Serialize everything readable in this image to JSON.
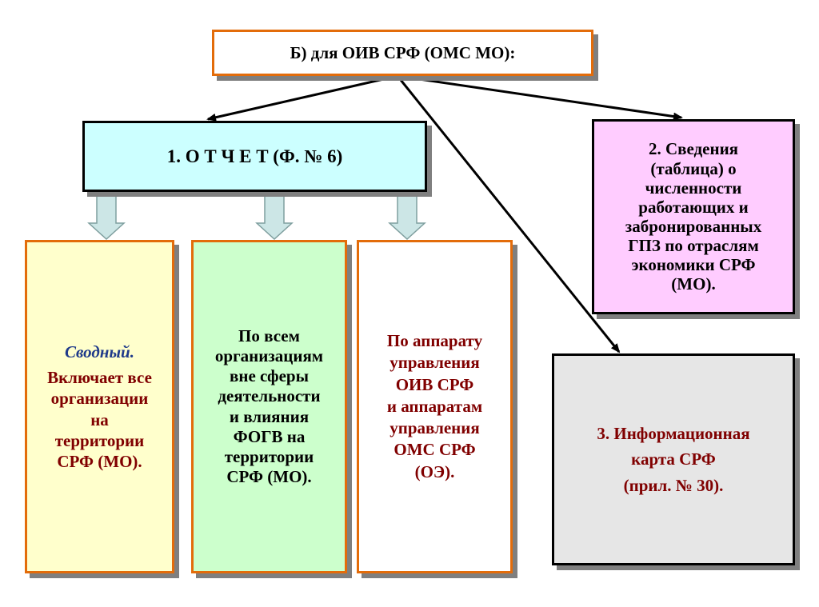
{
  "top_box": {
    "label": "Б) для ОИВ СРФ (ОМС МО):"
  },
  "report_box": {
    "label": "1. О Т Ч Е Т (Ф.  № 6)"
  },
  "column_summary": {
    "heading": "Сводный.",
    "lines": [
      "Включает все",
      "организации",
      "на",
      "территории",
      "СРФ (МО)."
    ]
  },
  "column_external": {
    "lines": [
      "По всем",
      "организациям",
      "вне сферы",
      "деятельности",
      "и влияния",
      "ФОГВ на",
      "территории",
      "СРФ (МО)."
    ]
  },
  "column_apparatus": {
    "lines": [
      "По аппарату",
      "управления",
      "ОИВ СРФ",
      "и аппаратам",
      "управления",
      "ОМС СРФ",
      "(ОЭ)."
    ]
  },
  "info_box_2": {
    "lines": [
      "2. Сведения",
      "(таблица) о",
      "численности",
      "работающих и",
      "забронированных",
      "ГПЗ по отраслям",
      "экономики СРФ",
      "(МО)."
    ]
  },
  "info_box_3": {
    "lines": [
      "3. Информационная",
      "карта СРФ",
      "(прил. № 30)."
    ]
  },
  "colors": {
    "orange_border": "#e36c0a",
    "report_fill": "#ccffff",
    "summary_fill": "#ffffcc",
    "external_fill": "#ccffcc",
    "info2_fill": "#ffccff",
    "info3_fill": "#e6e6e6",
    "dark_red_text": "#800000",
    "blue_heading": "#1f3a8a",
    "down_arrow_fill": "#cce6e6"
  }
}
